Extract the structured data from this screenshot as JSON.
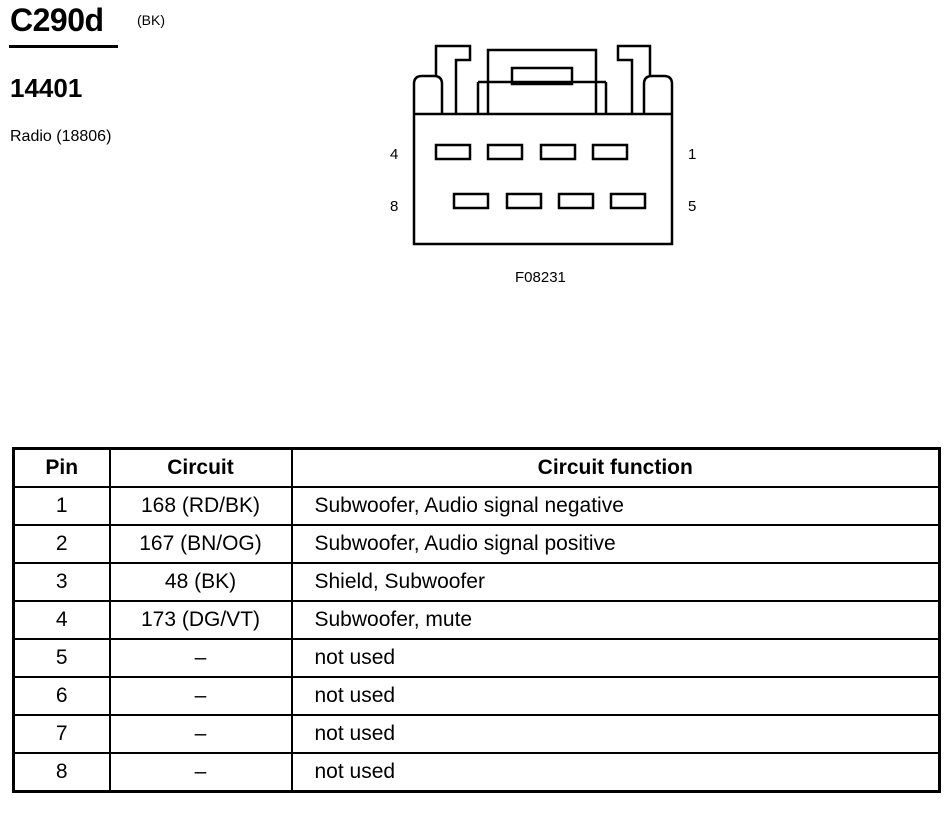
{
  "header": {
    "connector_id": "C290d",
    "connector_color": "(BK)",
    "part_number": "14401",
    "component": "Radio (18806)"
  },
  "diagram": {
    "pin_labels": {
      "top_left": "4",
      "top_right": "1",
      "bottom_left": "8",
      "bottom_right": "5"
    },
    "figure_id": "F08231"
  },
  "table": {
    "headers": {
      "pin": "Pin",
      "circuit": "Circuit",
      "function": "Circuit function"
    },
    "rows": [
      {
        "pin": "1",
        "circuit": "168 (RD/BK)",
        "function": "Subwoofer, Audio signal negative"
      },
      {
        "pin": "2",
        "circuit": "167 (BN/OG)",
        "function": "Subwoofer, Audio signal positive"
      },
      {
        "pin": "3",
        "circuit": "48 (BK)",
        "function": "Shield, Subwoofer"
      },
      {
        "pin": "4",
        "circuit": "173 (DG/VT)",
        "function": "Subwoofer, mute"
      },
      {
        "pin": "5",
        "circuit": "–",
        "function": "not used"
      },
      {
        "pin": "6",
        "circuit": "–",
        "function": "not used"
      },
      {
        "pin": "7",
        "circuit": "–",
        "function": "not used"
      },
      {
        "pin": "8",
        "circuit": "–",
        "function": "not used"
      }
    ]
  }
}
